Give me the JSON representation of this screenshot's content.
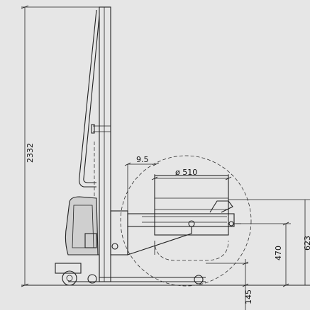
{
  "drawing": {
    "dimensions": {
      "total_height": "2332",
      "gap": "9.5",
      "drum_diameter": "ø 510",
      "center_height": "470",
      "top_height": "623",
      "bottom_clearance": "145"
    },
    "colors": {
      "background": "#e6e6e6",
      "line": "#222222"
    }
  }
}
